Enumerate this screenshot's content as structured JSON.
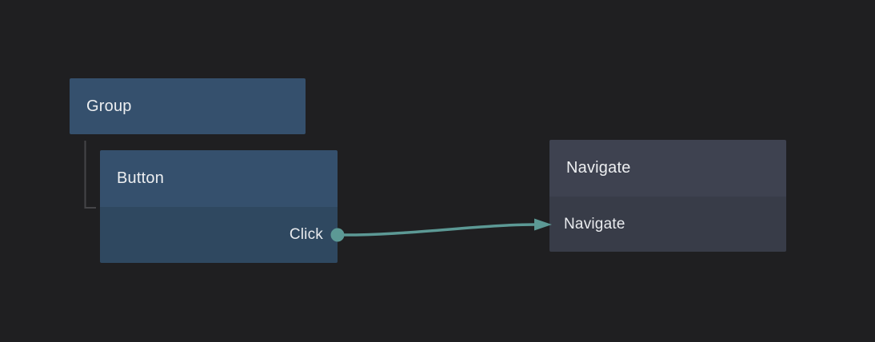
{
  "canvas": {
    "background": "#1f1f21"
  },
  "nodes": {
    "group": {
      "title": "Group"
    },
    "button": {
      "title": "Button",
      "output_label": "Click"
    },
    "navigate": {
      "title": "Navigate",
      "input_label": "Navigate"
    }
  },
  "edges": [
    {
      "from_node": "Button",
      "from_port": "Click",
      "to_node": "Navigate",
      "to_port": "Navigate"
    }
  ],
  "hierarchy": [
    {
      "parent": "Group",
      "child": "Button"
    }
  ],
  "colors": {
    "background": "#1f1f21",
    "blue_node_header": "#35506d",
    "blue_node_body": "#2f4860",
    "gray_node_header": "#3e4250",
    "gray_node_body": "#383c48",
    "connection_teal": "#5c9995",
    "hierarchy_line": "#454548",
    "text": "#edeff1"
  }
}
